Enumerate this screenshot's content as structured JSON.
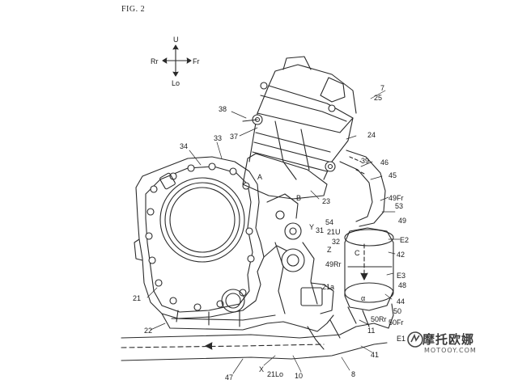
{
  "figure": {
    "title": "FIG. 2"
  },
  "directions": {
    "up": "U",
    "down": "Lo",
    "rear": "Rr",
    "front": "Fr"
  },
  "callouts": [
    "7",
    "25",
    "24",
    "38",
    "37",
    "39",
    "46",
    "45",
    "34",
    "33",
    "23",
    "49Fr",
    "53",
    "49",
    "A",
    "B",
    "Y",
    "31",
    "54",
    "21U",
    "32",
    "Z",
    "E2",
    "C",
    "42",
    "49Rr",
    "E3",
    "48",
    "21",
    "21a",
    "44",
    "α",
    "50",
    "50Rr",
    "50Fr",
    "22",
    "11",
    "E1",
    "41",
    "47",
    "X",
    "21Lo",
    "10",
    "8"
  ],
  "watermark": {
    "main": "摩托欧娜",
    "sub": "MOTOOY.COM"
  }
}
